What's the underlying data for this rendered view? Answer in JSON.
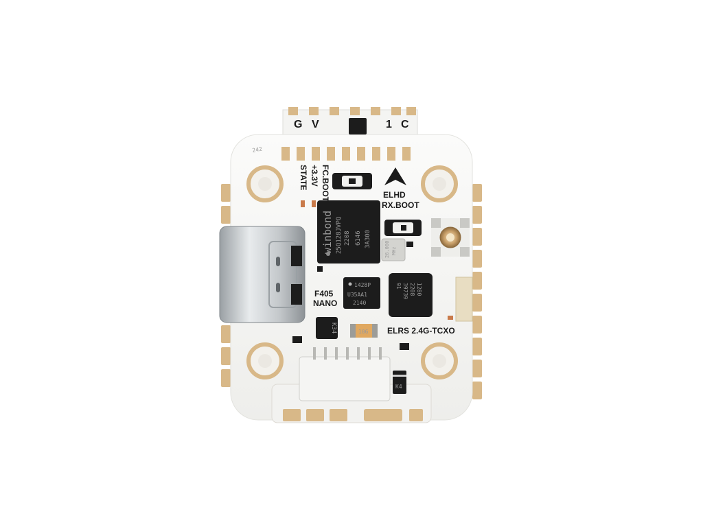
{
  "board": {
    "top_header": {
      "g": "G",
      "v": "V",
      "one": "1",
      "c": "C"
    },
    "side_labels": {
      "fc_boot": "FC.BOOT",
      "v33": "+3.3V",
      "state": "STATE"
    },
    "elhd": "ELHD",
    "rx_boot": "RX.BOOT",
    "f405": "F405",
    "nano": "NANO",
    "elrs": "ELRS 2.4G-TCXO",
    "chips": {
      "flash": {
        "brand": "winbond",
        "line1": "25Q128JVPQ",
        "line2": "2208",
        "line3": "6146",
        "line4": "3A300"
      },
      "imu": {
        "line1": "1428P",
        "line2": "U35AA1",
        "line3": "2140"
      },
      "rf": {
        "line1": "1280",
        "line2": "2208",
        "line3": "39739",
        "line4": "91"
      },
      "crystal": {
        "line1": "26.000",
        "line2": "MHz"
      },
      "k34": "K34",
      "k4": "K4",
      "cap": "106",
      "corner": "242"
    }
  },
  "colors": {
    "pcb": "#f7f7f5",
    "pad": "#d8b888",
    "chip": "#1c1c1c",
    "silk": "#1a1a1a"
  }
}
